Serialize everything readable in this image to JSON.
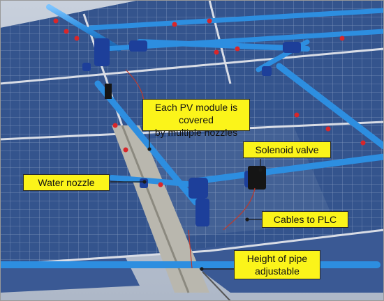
{
  "photo": {
    "subject": "rooftop photovoltaic panels with blue water-spray pipe network",
    "colors": {
      "panel": "#2f4f86",
      "cell_line": "#9fb0cf",
      "pipe": "#2d8ee0",
      "fitting": "#1d3f9a",
      "nozzle_tip": "#d8262a",
      "callout_fill": "#fbf41a",
      "callout_border": "#2a2a2a"
    }
  },
  "callouts": {
    "pv_module": "Each PV module is covered\nby multiple  nozzles",
    "solenoid": "Solenoid valve",
    "water_nozzle": "Water nozzle",
    "cables": "Cables to PLC",
    "height": "Height of pipe\nadjustable"
  }
}
